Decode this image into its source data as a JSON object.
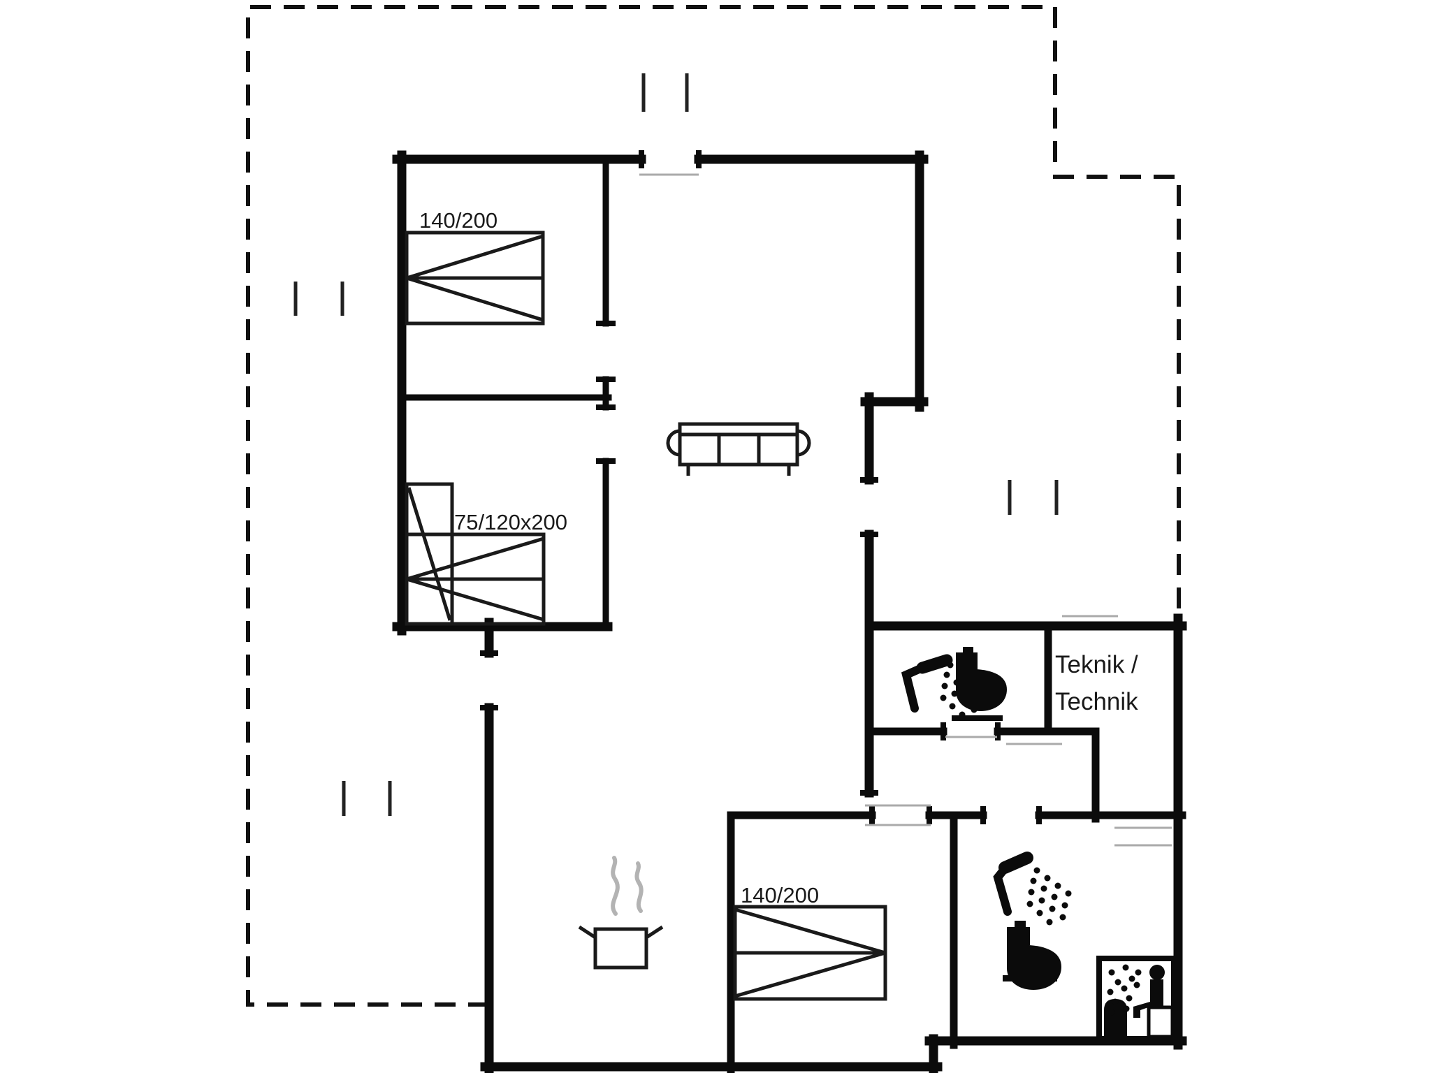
{
  "floorplan": {
    "type": "holiday-house-floor-plan",
    "labels": {
      "bedroom1_bed": "140/200",
      "bedroom2_bed": "75/120x200",
      "bedroom3_bed": "140/200",
      "technical_room_line1": "Teknik /",
      "technical_room_line2": "Technik"
    },
    "colors": {
      "wall": "#0b0b0b",
      "background": "#ffffff",
      "door_swing": "#aaaaaa",
      "steam": "#b3b3b3"
    },
    "icons": [
      "terrace-dashed-outline",
      "double-bed-icon",
      "bunk-bed-icon",
      "sofa-icon",
      "cooking-pot-icon",
      "shower-icon",
      "toilet-icon",
      "sauna-icon",
      "window-tick-marks"
    ]
  }
}
